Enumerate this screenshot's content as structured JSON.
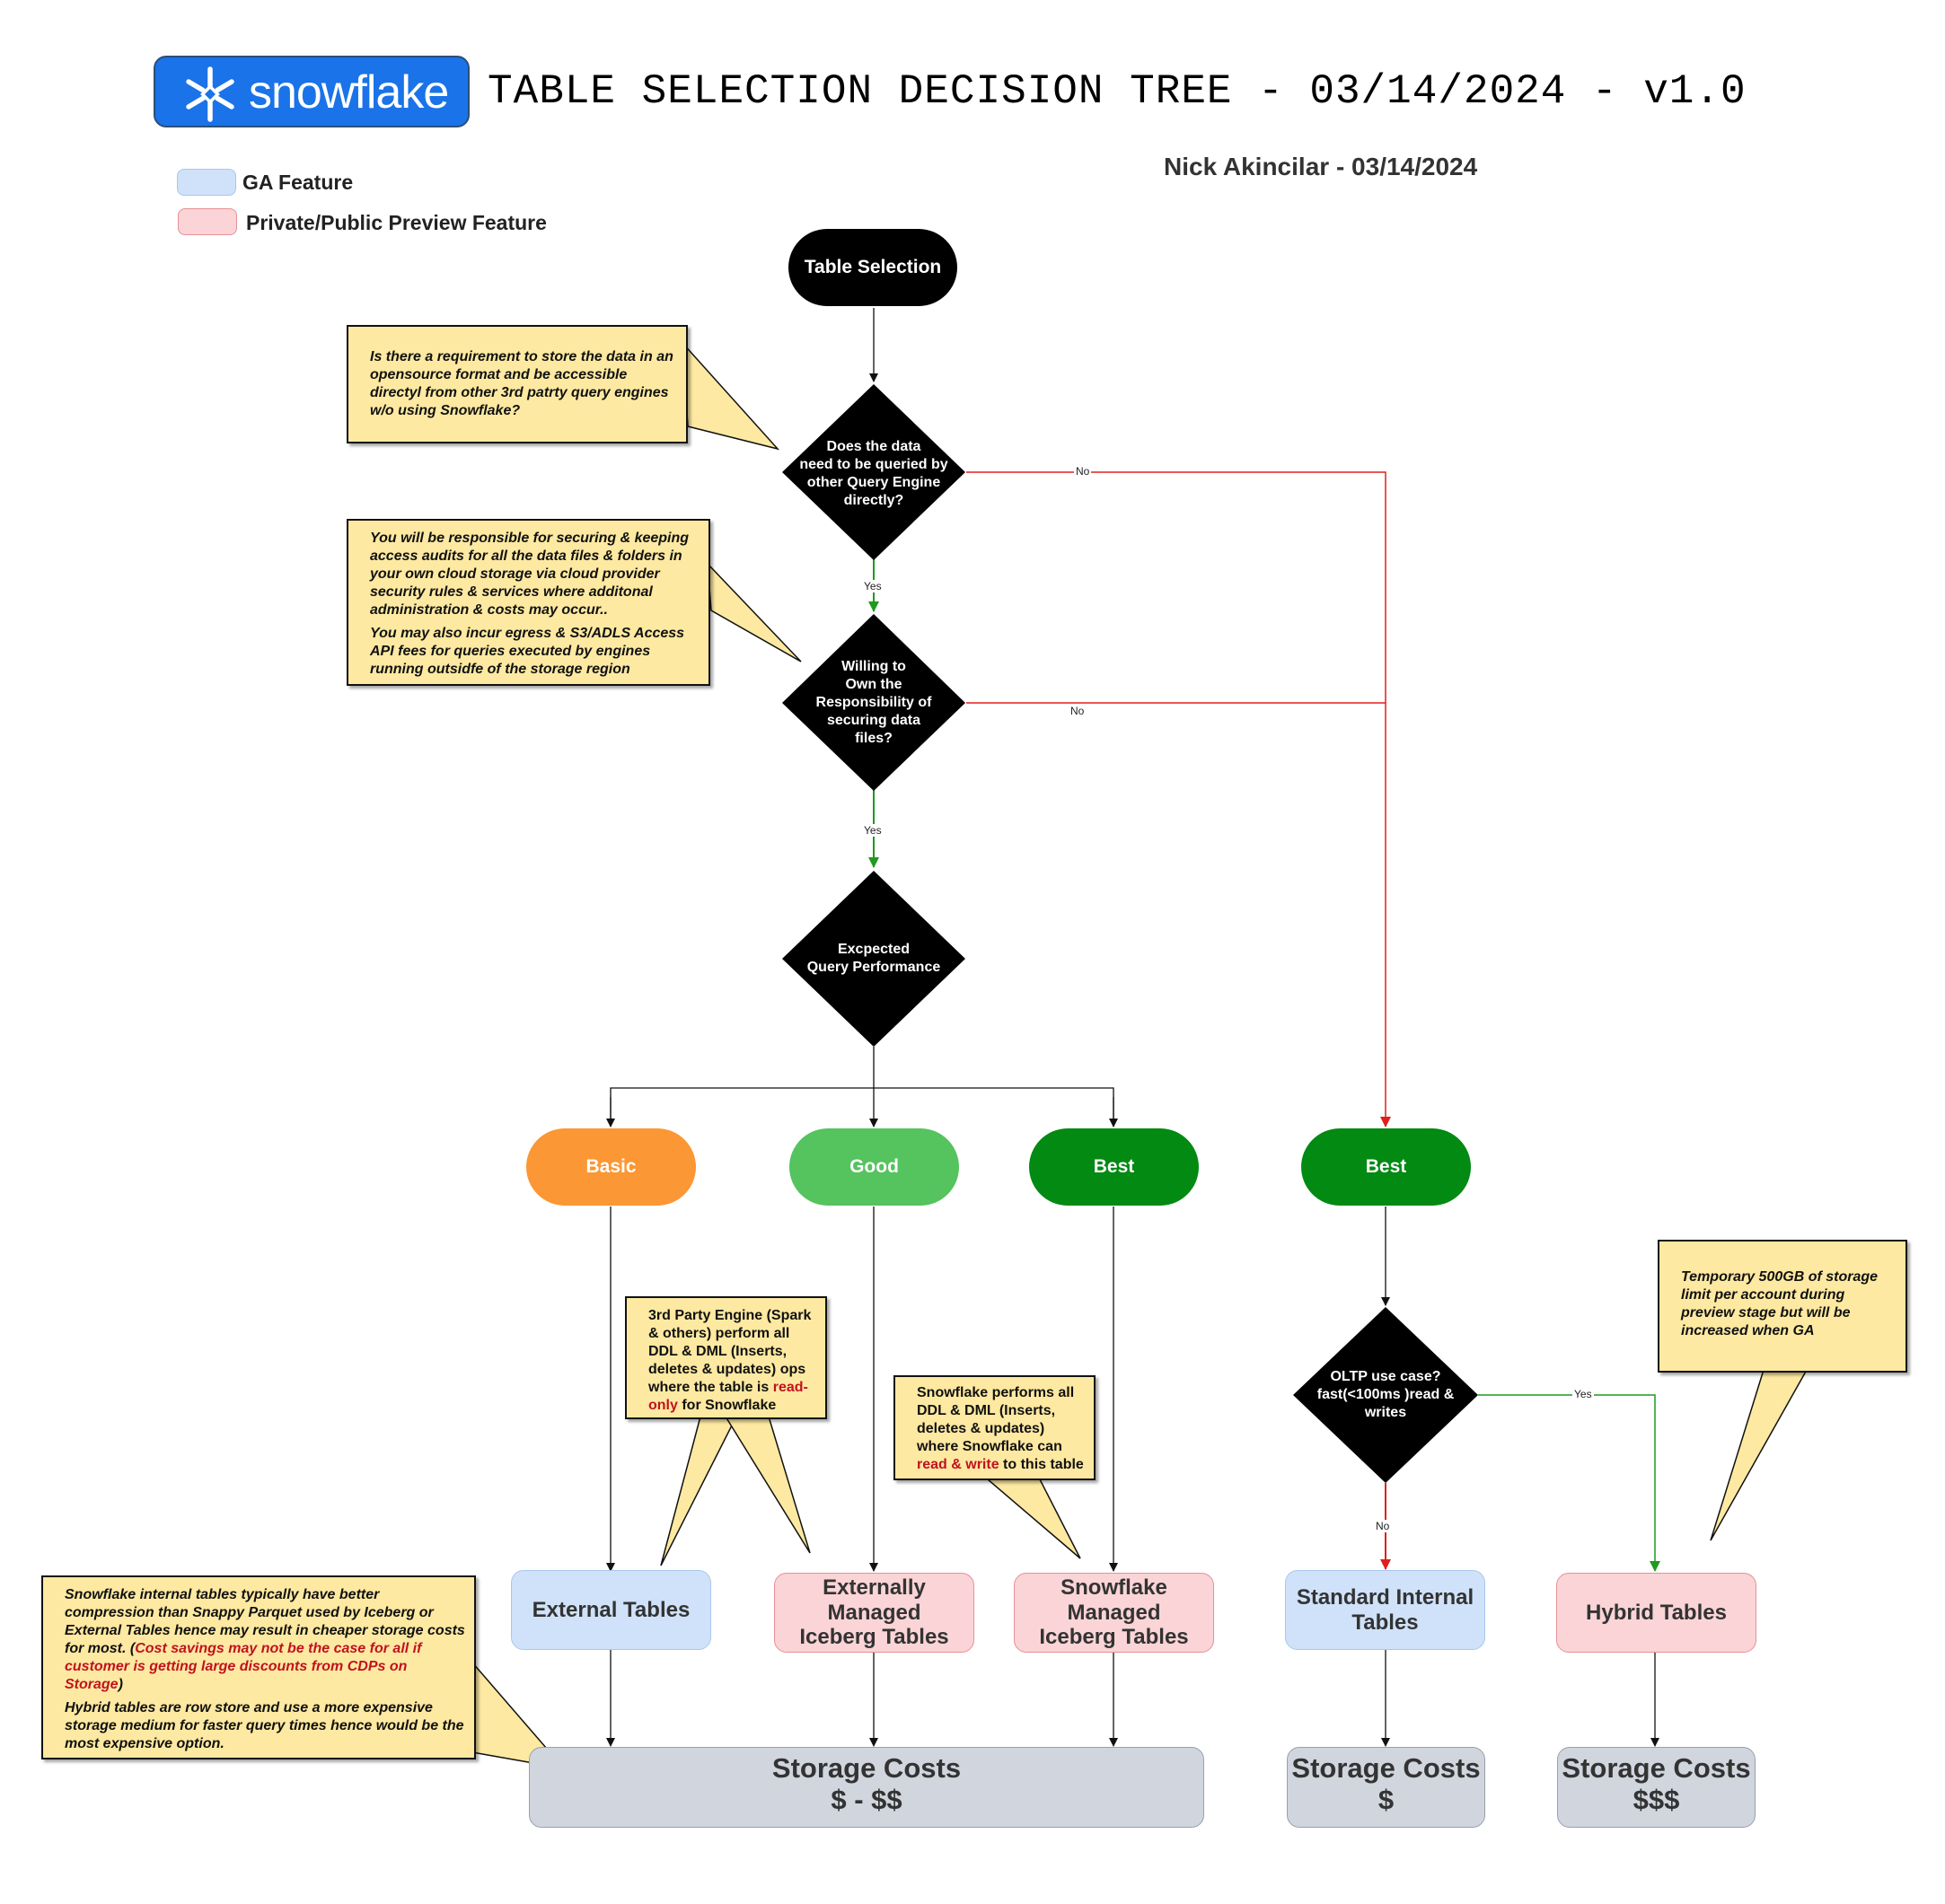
{
  "header": {
    "logo_text": "snowflake",
    "title": "TABLE SELECTION DECISION TREE - 03/14/2024 - v1.0",
    "author": "Nick Akincilar - 03/14/2024"
  },
  "legend": {
    "ga_label": "GA Feature",
    "preview_label": "Private/Public Preview Feature"
  },
  "colors": {
    "ga_fill": "#cfe2f9",
    "preview_fill": "#fad4d6",
    "cost_fill": "#d0d5de",
    "note_fill": "#fde9a1",
    "basic": "#fb9734",
    "good": "#55c35e",
    "best": "#028a12",
    "no_edge": "#e01e1e",
    "yes_edge": "#1f9a1f"
  },
  "nodes": {
    "start": "Table Selection",
    "q1": [
      "Does the data",
      "need to be queried by",
      "other Query Engine",
      "directly?"
    ],
    "q2": [
      "Willing to",
      "Own the",
      "Responsibility of",
      "securing data",
      "files?"
    ],
    "q3": [
      "Excpected",
      "Query Performance"
    ],
    "q4": [
      "OLTP use case?",
      "fast(<100ms )read &",
      "writes"
    ],
    "perf_basic": "Basic",
    "perf_good": "Good",
    "perf_best": "Best",
    "perf_best2": "Best",
    "external_tables": "External Tables",
    "ext_iceberg": [
      "Externally Managed",
      "Iceberg Tables"
    ],
    "sf_iceberg": [
      "Snowflake Managed",
      "Iceberg Tables"
    ],
    "standard_tables": [
      "Standard Internal",
      "Tables"
    ],
    "hybrid_tables": "Hybrid Tables",
    "cost_main": {
      "label": "Storage Costs",
      "value": "$ - $$"
    },
    "cost_standard": {
      "label": "Storage Costs",
      "value": "$"
    },
    "cost_hybrid": {
      "label": "Storage Costs",
      "value": "$$$"
    }
  },
  "edges": {
    "yes": "Yes",
    "no": "No"
  },
  "notes": {
    "opensource": "Is there a requirement to store the data in an opensource format and be accessible directyl from other 3rd patrty query engines w/o using Snowflake?",
    "responsibility_1": "You will be responsible for securing & keeping access audits for all the data files & folders in your own cloud storage via cloud provider security rules & services where additonal administration & costs may occur..",
    "responsibility_2": "You may also incur egress & S3/ADLS Access API fees  for queries executed by engines running outsidfe of the storage region",
    "third_party_1": "3rd Party Engine (Spark & others) perform all DDL & DML (Inserts, deletes & updates) ops where the table is ",
    "third_party_red": "read-only",
    "third_party_2": " for Snowflake",
    "sf_performs_1": "Snowflake performs all DDL & DML (Inserts, deletes & updates) where  Snowflake can ",
    "sf_performs_red": "read & write",
    "sf_performs_2": " to this table",
    "temporary": "Temporary 500GB of  storage limit per account during preview stage but will be increased when GA",
    "compression_1": "Snowflake internal tables typically have better compression than Snappy Parquet used by Iceberg or External Tables hence may result in cheaper storage costs for most. (",
    "compression_red": "Cost savings may not be the case for all if customer is getting large discounts from CDPs on Storage",
    "compression_2": ")",
    "compression_3": "Hybrid tables are row store and use a more expensive storage medium for faster query times hence would be the most expensive option."
  }
}
